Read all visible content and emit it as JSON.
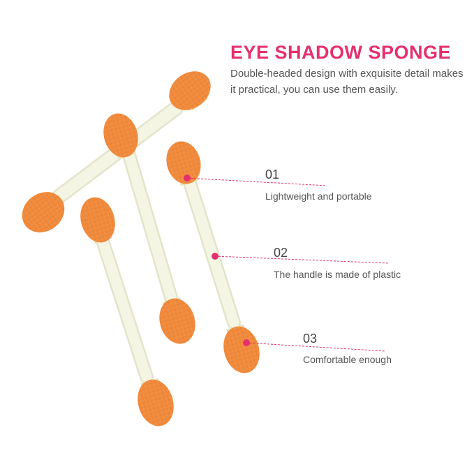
{
  "header": {
    "title": "EYE SHADOW SPONGE",
    "description": "Double-headed design with exquisite detail makes it practical, you can use them easily."
  },
  "features": [
    {
      "number": "01",
      "label": "Lightweight and portable"
    },
    {
      "number": "02",
      "label": "The handle is made of plastic"
    },
    {
      "number": "03",
      "label": "Comfortable enough"
    }
  ],
  "colors": {
    "accent": "#e5306f",
    "sponge": "#f08a3c",
    "handle": "#f3f3df",
    "text": "#444444"
  }
}
